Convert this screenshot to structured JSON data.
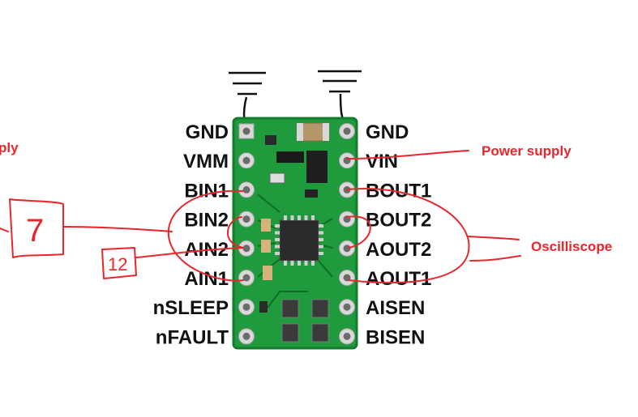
{
  "board": {
    "left_pins": [
      "GND",
      "VMM",
      "BIN1",
      "BIN2",
      "AIN2",
      "AIN1",
      "nSLEEP",
      "nFAULT"
    ],
    "right_pins": [
      "GND",
      "VIN",
      "BOUT1",
      "BOUT2",
      "AOUT2",
      "AOUT1",
      "AISEN",
      "BISEN"
    ],
    "pcb_color": "#1f9a3c",
    "pcb_edge_color": "#147a2c"
  },
  "annotations": {
    "cut_left": "ply",
    "power_supply": "Power supply",
    "oscilloscope": "Oscilliscope",
    "pin_7": "7",
    "pin_12": "12",
    "ink_color": "#e8262b"
  }
}
